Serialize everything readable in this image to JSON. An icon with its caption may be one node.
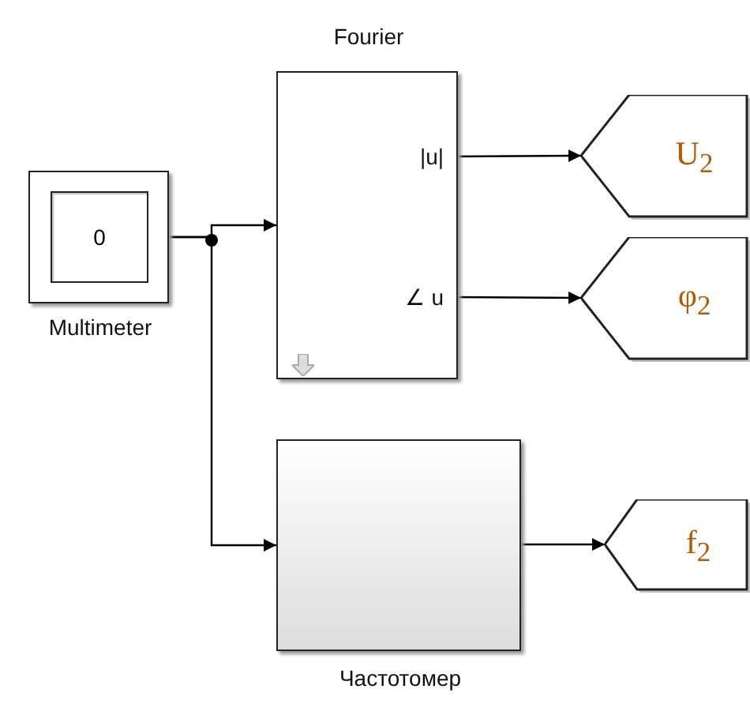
{
  "diagram": {
    "nodes": [
      {
        "text": [
          "0",
          "Multimeter"
        ]
      },
      {
        "text": [
          "Fourier",
          "|u|",
          "∠ u"
        ]
      },
      {
        "text": [
          "Частотомер"
        ]
      },
      {
        "text": [
          "U$_{2}$"
        ]
      },
      {
        "text": [
          "φ$_{2}$"
        ]
      },
      {
        "text": [
          "f$_{2}$"
        ]
      }
    ],
    "edges": [
      {
        "from": 0,
        "to": 1,
        "arrow": "to"
      },
      {
        "from": 0,
        "to": 2,
        "arrow": "to"
      },
      {
        "from": 1,
        "to": 3,
        "arrow": "to"
      },
      {
        "from": 1,
        "to": 4,
        "arrow": "to"
      },
      {
        "from": 2,
        "to": 5,
        "arrow": "to"
      }
    ]
  }
}
